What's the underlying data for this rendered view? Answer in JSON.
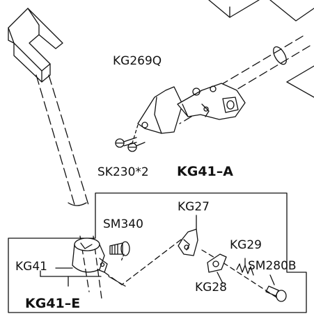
{
  "parts": {
    "kg269q": "KG269Q",
    "sk230": "SK230*2",
    "kg41a": "KG41–A",
    "kg27": "KG27",
    "sm340": "SM340",
    "kg29": "KG29",
    "kg41": "KG41",
    "sm280b": "SM280B",
    "kg28": "KG28",
    "kg41e": "KG41–E"
  },
  "colors": {
    "ink": "#111111",
    "paper": "#ffffff"
  }
}
